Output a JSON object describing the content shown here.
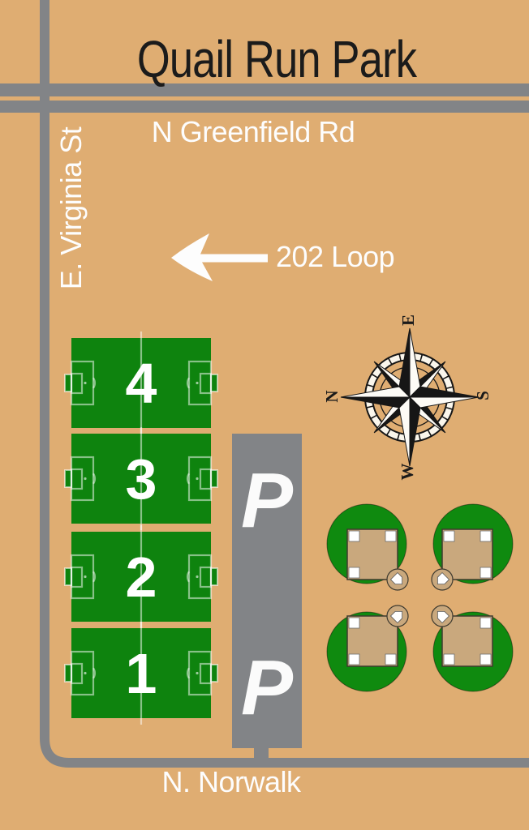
{
  "title": "Quail Run Park",
  "roads": {
    "top_road_label": "N Greenfield Rd",
    "left_road_label": "E. Virginia St",
    "bottom_road_label": "N. Norwalk",
    "highway_label": "202 Loop"
  },
  "compass": {
    "north": "N",
    "east": "E",
    "south": "S",
    "west": "W"
  },
  "soccer_fields": [
    {
      "number": "4"
    },
    {
      "number": "3"
    },
    {
      "number": "2"
    },
    {
      "number": "1"
    }
  ],
  "parking": {
    "top_label": "P",
    "bottom_label": "P"
  },
  "baseball_fields_count": 4,
  "colors": {
    "background": "#dfad72",
    "road_gray": "#828487",
    "soccer_green": "#0e830e",
    "baseball_green": "#0f8a0f",
    "infield_tan": "#c9a87d",
    "label_white": "#fdfdfd",
    "title_black": "#1b1b1b"
  }
}
